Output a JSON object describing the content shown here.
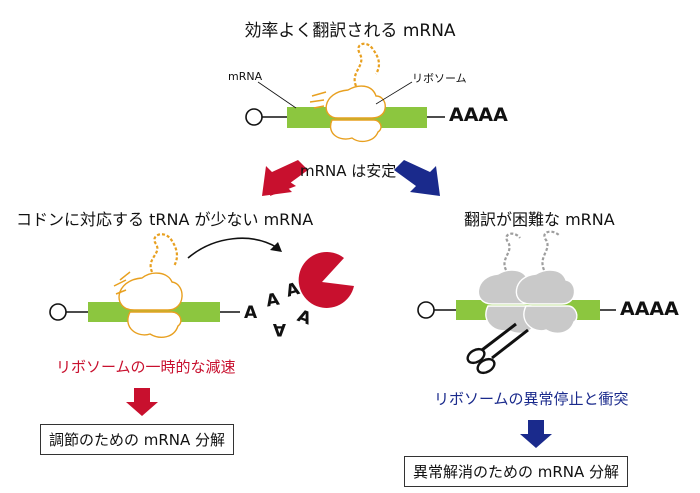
{
  "title": "効率よく翻訳される mRNA",
  "top": {
    "mrna_label": "mRNA",
    "ribosome_label": "リボソーム",
    "polya": "AAAA"
  },
  "stable_label": "mRNA は安定",
  "left": {
    "heading": "コドンに対応する tRNA が少ない mRNA",
    "polya_letters": [
      "A",
      "A",
      "A",
      "A",
      "A"
    ],
    "caption": "リボソームの一時的な減速",
    "result": "調節のための mRNA 分解"
  },
  "right": {
    "heading": "翻訳が困難な mRNA",
    "polya": "AAAA",
    "caption": "リボソームの異常停止と衝突",
    "result": "異常解消のための mRNA 分解"
  },
  "colors": {
    "green": "#8cc63f",
    "orange": "#e8a020",
    "red": "#c8102e",
    "navy": "#1a2a8c",
    "gray": "#bdbdbd"
  }
}
